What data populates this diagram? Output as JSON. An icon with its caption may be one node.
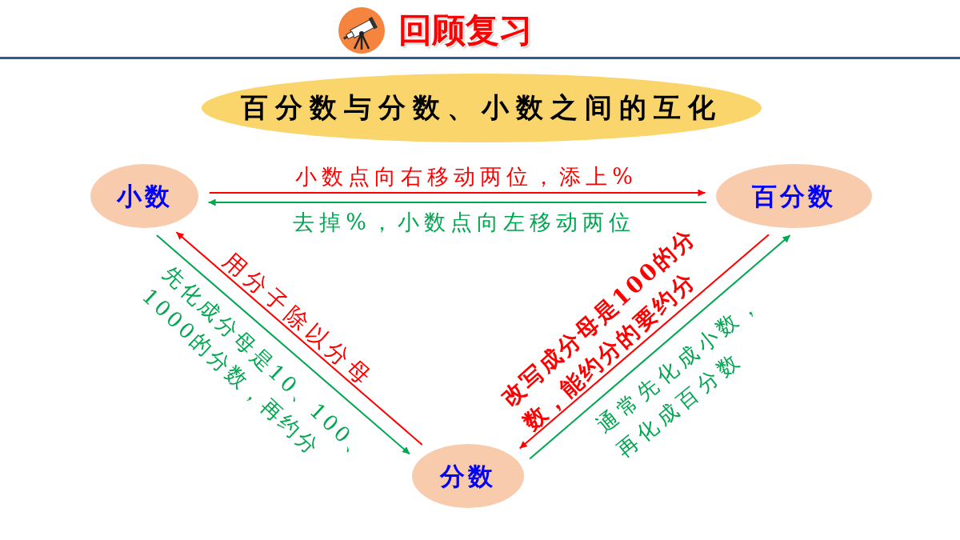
{
  "diagram": {
    "title": "回顾复习",
    "nodes": [
      {
        "text": [
          "百分数与分数、小数之间的互化"
        ]
      },
      {
        "text": [
          "小数"
        ]
      },
      {
        "text": [
          "百分数"
        ]
      },
      {
        "text": [
          "分数"
        ]
      }
    ],
    "edges": [
      {
        "from": 1,
        "to": 2,
        "arrow": "to",
        "label": "小数点向右移动两位，添上%",
        "color": "#ff0000"
      },
      {
        "from": 2,
        "to": 1,
        "arrow": "to",
        "label": "去掉%，小数点向左移动两位",
        "color": "#00a650"
      },
      {
        "from": 3,
        "to": 1,
        "arrow": "to",
        "label": "用分子除以分母",
        "color": "#ff0000"
      },
      {
        "from": 1,
        "to": 3,
        "arrow": "to",
        "label": "先化成分母是10、100、1000的分数，再约分",
        "color": "#00a650"
      },
      {
        "from": 3,
        "to": 2,
        "arrow": "to",
        "label": "通常先化成小数，再化成百分数",
        "color": "#00a650"
      },
      {
        "from": 2,
        "to": 3,
        "arrow": "to",
        "label": "改写成分母是100的分数，能约分的要约分",
        "color": "#ff0000"
      }
    ]
  }
}
